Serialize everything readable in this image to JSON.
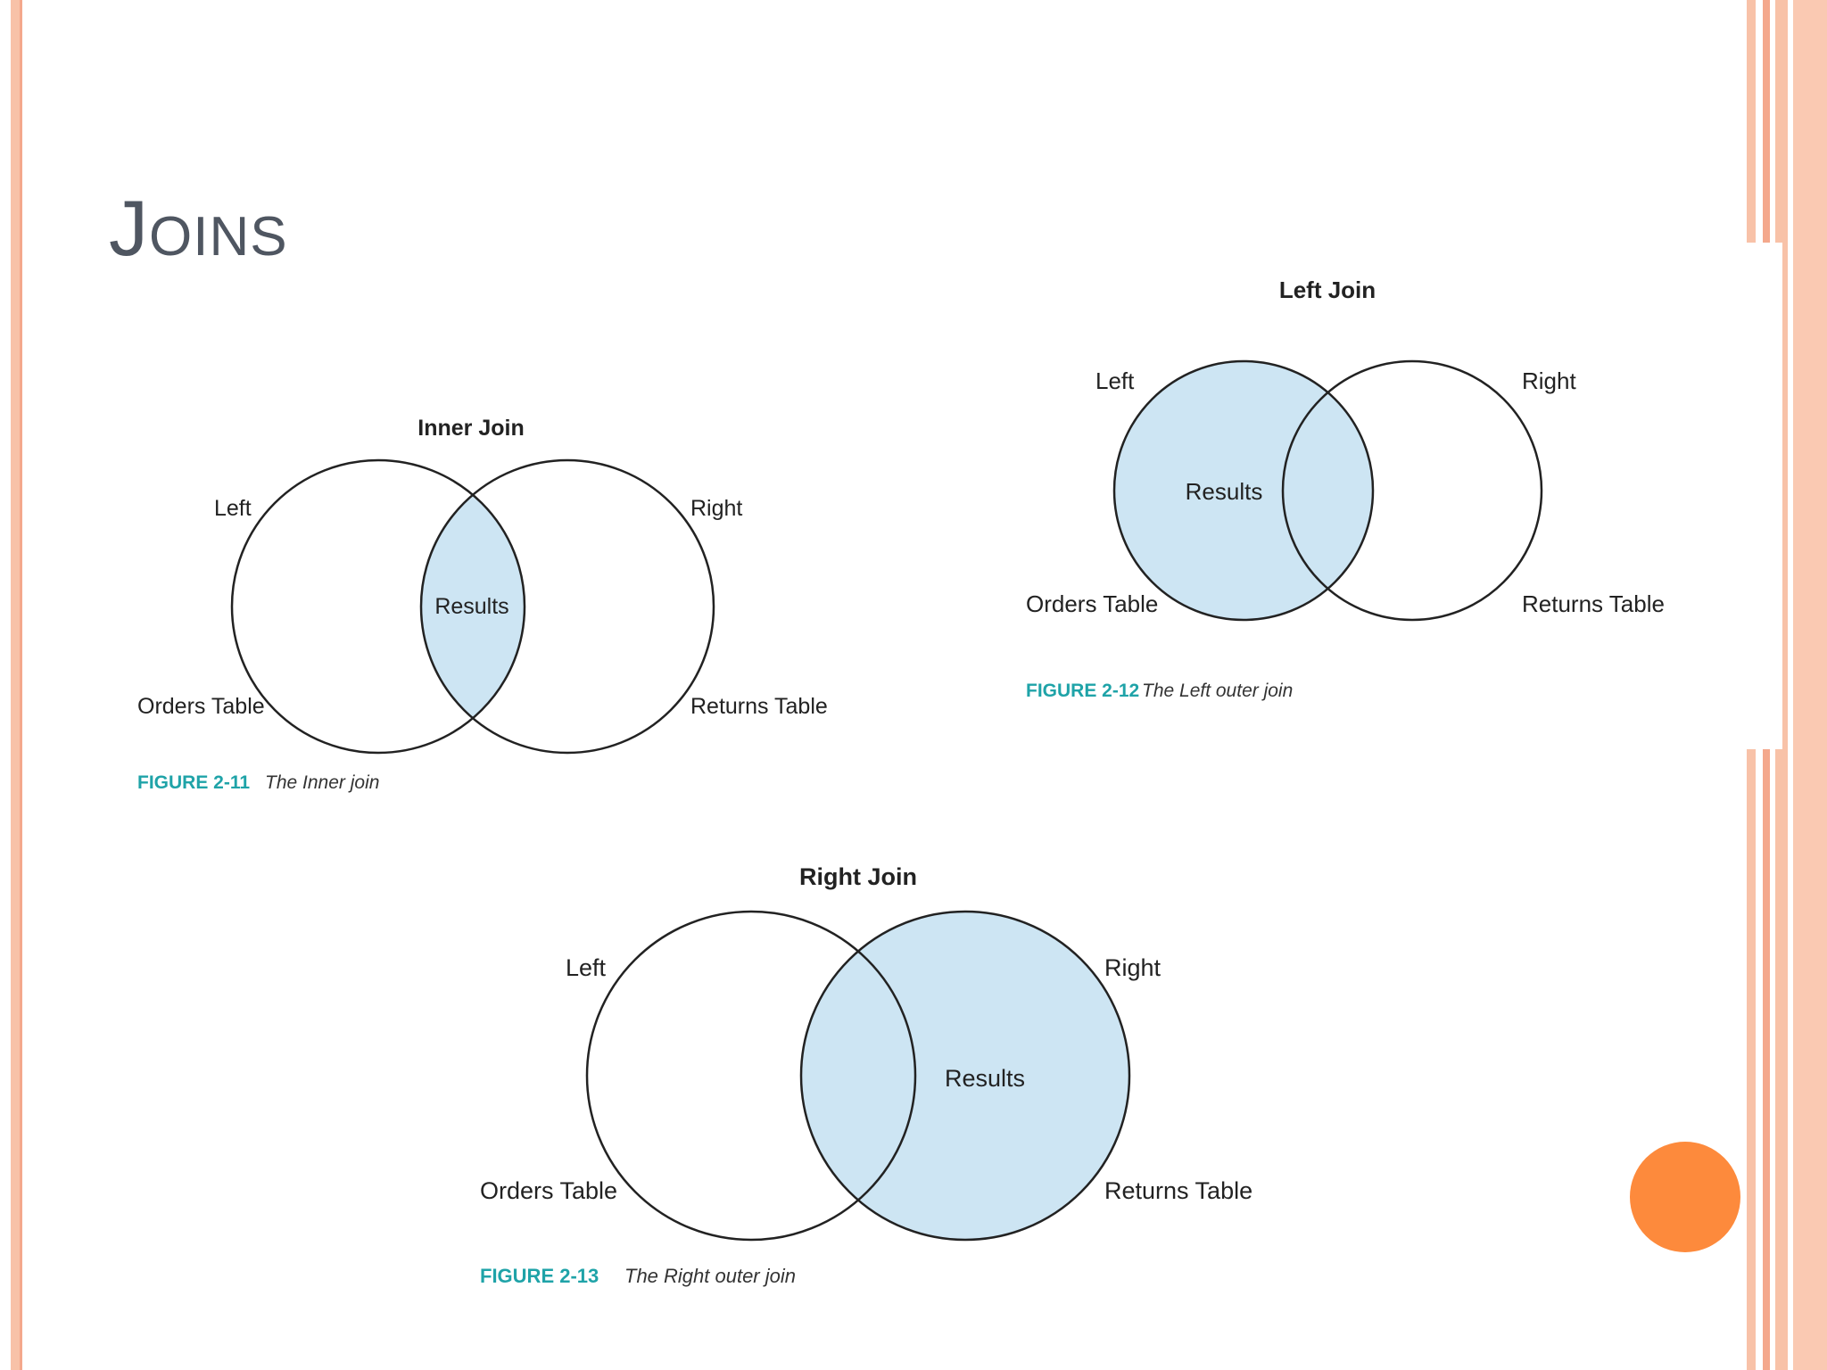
{
  "slide": {
    "title": "Joins",
    "colors": {
      "border_peach": "#f8c2a8",
      "border_salmon": "#f4a88c",
      "accent_orange": "#fd8a3c",
      "title_gray": "#4f5661",
      "fill_blue": "#cde5f3",
      "caption_teal": "#1fa3a8"
    }
  },
  "figures": {
    "inner": {
      "heading": "Inner Join",
      "left_label": "Left",
      "right_label": "Right",
      "left_table": "Orders Table",
      "right_table": "Returns Table",
      "results": "Results",
      "figure_number": "FIGURE 2-11",
      "caption": "The Inner join",
      "shaded": "intersection"
    },
    "left": {
      "heading": "Left Join",
      "left_label": "Left",
      "right_label": "Right",
      "left_table": "Orders Table",
      "right_table": "Returns Table",
      "results": "Results",
      "figure_number": "FIGURE 2-12",
      "caption": "The Left outer join",
      "shaded": "left"
    },
    "right": {
      "heading": "Right Join",
      "left_label": "Left",
      "right_label": "Right",
      "left_table": "Orders Table",
      "right_table": "Returns Table",
      "results": "Results",
      "figure_number": "FIGURE 2-13",
      "caption": "The Right outer join",
      "shaded": "right"
    }
  }
}
